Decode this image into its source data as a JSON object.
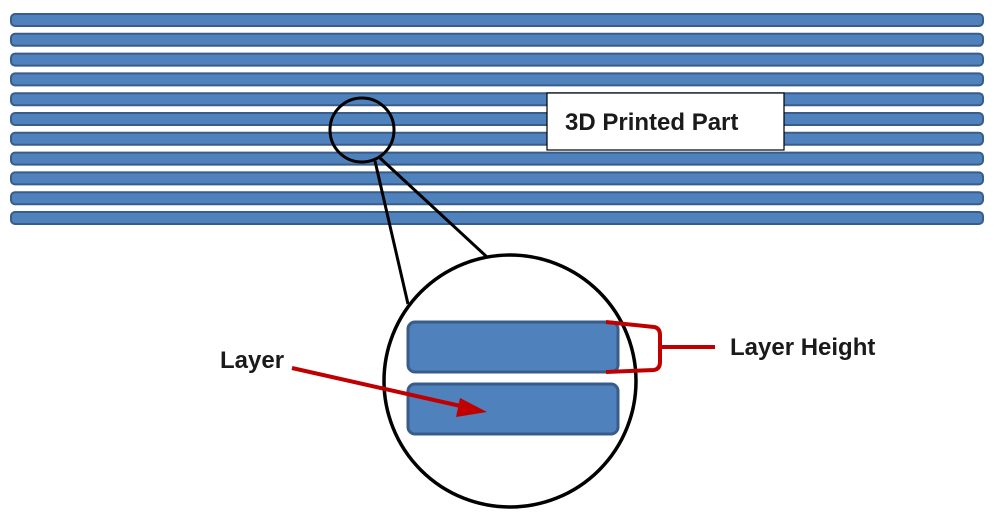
{
  "part_label": "3D Printed Part",
  "layer_label": "Layer",
  "layer_height_label": "Layer Height",
  "colors": {
    "layer_fill": "#4f81bd",
    "layer_stroke": "#385d8a",
    "arrow": "#c00000",
    "outline": "#000000"
  }
}
